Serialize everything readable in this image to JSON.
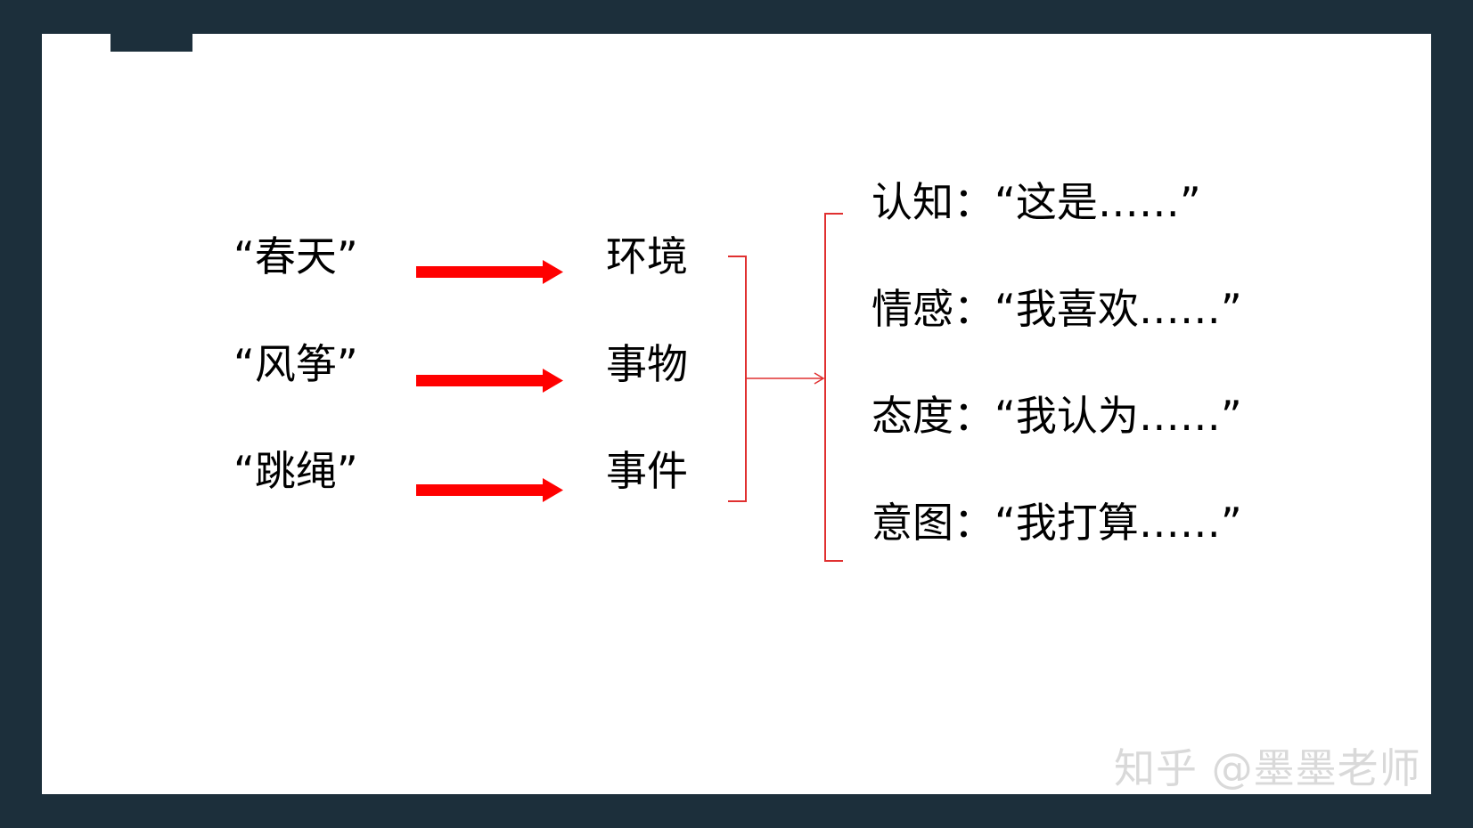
{
  "diagram": {
    "sources": [
      "“春天”",
      "“风筝”",
      "“跳绳”"
    ],
    "objects": [
      "环境",
      "事物",
      "事件"
    ],
    "responses": [
      "认知：“这是……”",
      "情感：“我喜欢……”",
      "态度：“我认为……”",
      "意图：“我打算……”"
    ]
  },
  "watermark": "知乎 @墨墨老师",
  "colors": {
    "frame": "#1c2f3b",
    "arrow": "#ff0000",
    "bracket": "#e03030"
  }
}
